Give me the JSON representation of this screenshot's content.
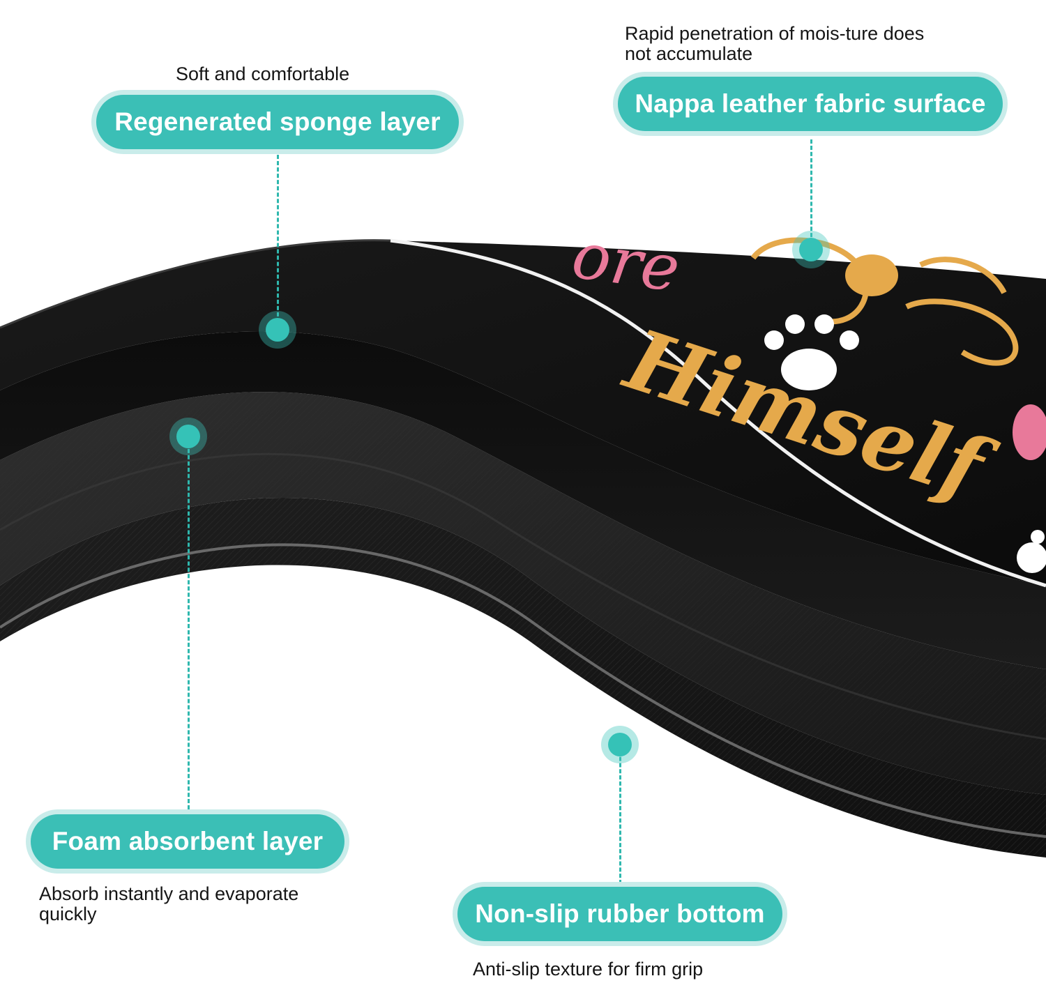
{
  "callouts": {
    "sponge": {
      "title": "Regenerated sponge layer",
      "note": "Soft and comfortable"
    },
    "nappa": {
      "title": "Nappa leather fabric surface",
      "note_line1": "Rapid penetration of mois-ture does",
      "note_line2": "not accumulate"
    },
    "foam": {
      "title": "Foam absorbent layer",
      "note_line1": "Absorb instantly and evaporate",
      "note_line2": "quickly"
    },
    "rubber": {
      "title": "Non-slip rubber bottom",
      "note": "Anti-slip texture for firm grip"
    }
  },
  "mat_print": {
    "word_top": "ore",
    "word_bottom": "Himself"
  },
  "colors": {
    "accent": "#3bbfb6",
    "accent_halo": "#c9ecea",
    "mat": "#111111",
    "print_orange": "#e5a94b",
    "print_pink": "#e8799a"
  }
}
